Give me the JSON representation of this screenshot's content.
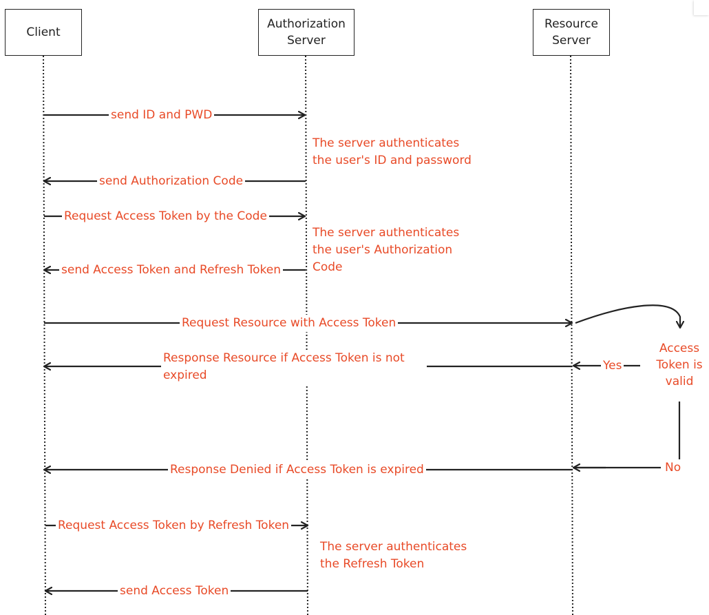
{
  "participants": {
    "client": "Client",
    "auth_server": "Authorization\nServer",
    "resource_server": "Resource\nServer"
  },
  "messages": {
    "m1": "send ID  and PWD",
    "m2": "send Authorization Code",
    "m3": "Request Access Token by the Code",
    "m4": "send Access Token and Refresh Token",
    "m5": "Request Resource with Access Token",
    "m6": "Response Resource if Access Token is not\nexpired",
    "m7": "Response Denied if Access Token is expired",
    "m8": "Request Access Token by Refresh Token",
    "m9": "send Access Token"
  },
  "notes": {
    "n1": "The server authenticates\nthe user's ID and password",
    "n2": "The server authenticates\nthe user's Authorization\nCode",
    "n3": "The server authenticates\nthe Refresh Token"
  },
  "decision": {
    "label": "Access\nToken is\nvalid",
    "yes": "Yes",
    "no": "No"
  },
  "colors": {
    "label_text": "#e84a27",
    "lines": "#222222"
  }
}
